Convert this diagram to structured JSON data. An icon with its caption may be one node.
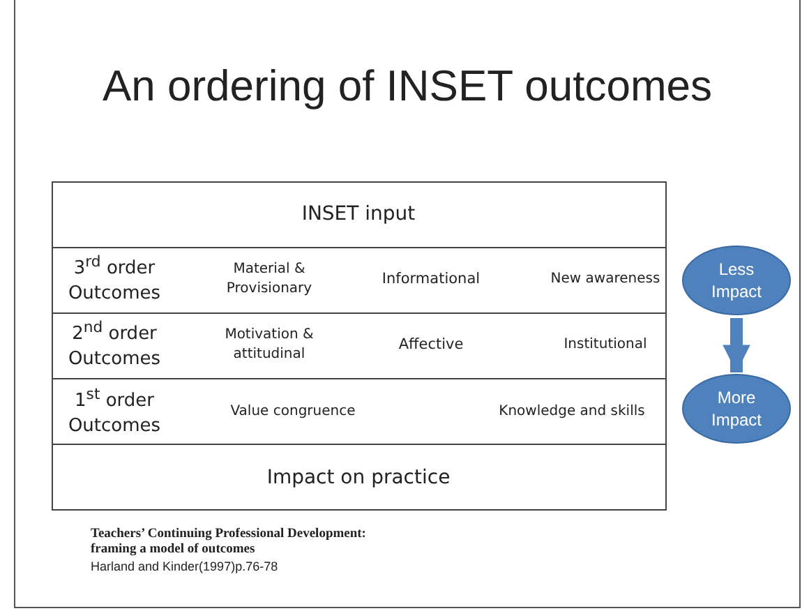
{
  "diagram": {
    "title": "An ordering of INSET outcomes",
    "caption": "Teachers’ Continuing Professional Development: framing a model of outcomes",
    "nodes": [
      {
        "text": [
          "Less Impact"
        ]
      },
      {
        "text": [
          "More Impact"
        ]
      }
    ],
    "edges": [
      {
        "from": 0,
        "to": 1,
        "arrow": "to"
      }
    ],
    "labels": [
      "INSET input",
      "3$^{rd}$ order Outcomes",
      "Material & Provisionary",
      "Informational",
      "New awareness",
      "2$^{nd}$ order Outcomes",
      "Motivation & attitudinal",
      "Affective",
      "Institutional",
      "1$^{st}$ order Outcomes",
      "Value congruence",
      "Knowledge and skills",
      "Impact on practice",
      "Harland and Kinder(1997)p.76-78"
    ]
  }
}
